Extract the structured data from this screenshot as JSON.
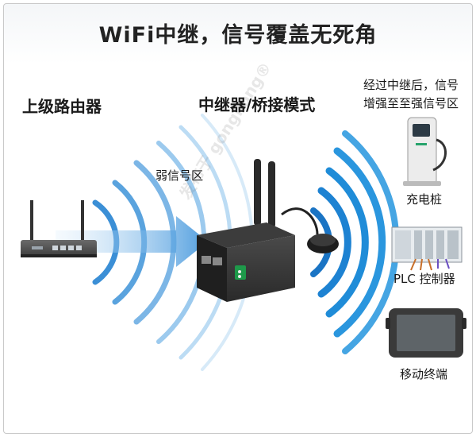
{
  "title": "WiFi中继，信号覆盖无死角",
  "labels": {
    "upstream_router": "上级路由器",
    "repeater_mode": "中继器/桥接模式",
    "weak_signal": "弱信号区",
    "right_note_line1": "经过中继后，信号",
    "right_note_line2": "增强至至强信号区"
  },
  "devices": [
    {
      "label": "充电桩"
    },
    {
      "label": "PLC 控制器"
    },
    {
      "label": "移动终端"
    }
  ],
  "watermark": "发布于 gongkong®",
  "colors": {
    "wave_blue": "#1a7fd0",
    "wave_light": "#8fc6ef",
    "device_dark": "#2b2b2b",
    "arrow": "#4a9ee0"
  }
}
